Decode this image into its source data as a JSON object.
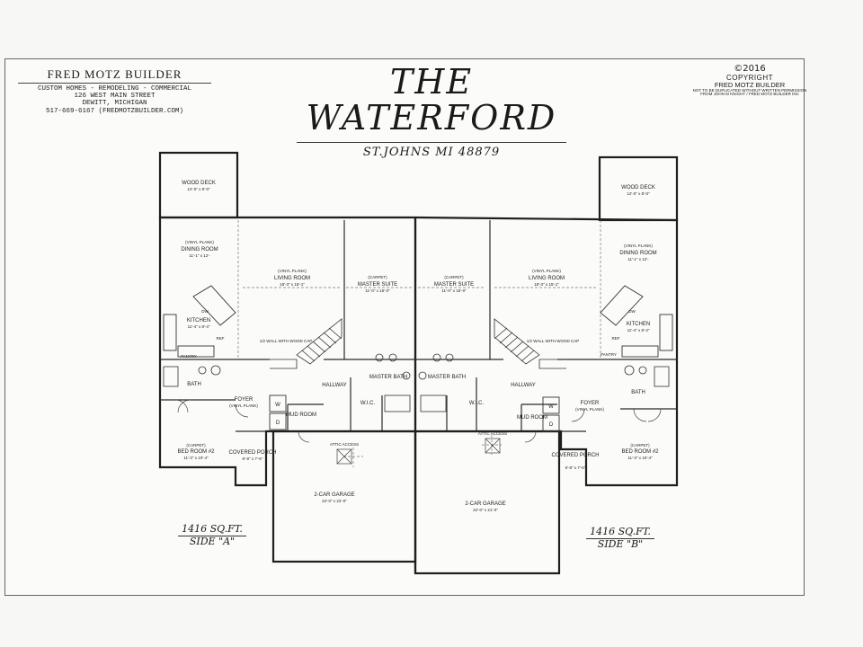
{
  "builder": {
    "name": "FRED MOTZ BUILDER",
    "tagline": "CUSTOM HOMES - REMODELING - COMMERCIAL",
    "street": "126 WEST MAIN STREET",
    "city": "DEWITT, MICHIGAN",
    "contact": "517-669-6167 (FREDMOTZBUILDER.COM)"
  },
  "title": {
    "line1": "THE",
    "line2": "WATERFORD",
    "location": "ST.JOHNS MI 48879"
  },
  "copyright": {
    "year": "©2016",
    "label": "COPYRIGHT",
    "owner": "FRED MOTZ BUILDER",
    "notice1": "NOT TO BE DUPLICATED WITHOUT WRITTEN PERMISSION",
    "notice2": "FROM JOHN M KNIGHT / FRED MOTZ BUILDER INC"
  },
  "rooms": {
    "wood_deck": "WOOD DECK",
    "wood_deck_dim": "12'-0\" x 8'-0\"",
    "dining": "DINING ROOM",
    "dining_dim": "11'-1\" x 12'-",
    "vinyl_plank": "(VINYL PLANK)",
    "living": "LIVING ROOM",
    "living_dim": "18'-3\" x 15'-1\"",
    "master": "MASTER SUITE",
    "master_dim": "11'-0\" x 15'-0\"",
    "carpet": "(CARPET)",
    "kitchen": "KITCHEN",
    "kitchen_dim": "11'-4\" x 8'-4\"",
    "bath": "BATH",
    "master_bath": "MASTER BATH",
    "hallway": "HALLWAY",
    "foyer": "FOYER",
    "mud_room": "MUD ROOM",
    "wic": "W.I.C.",
    "bed2": "BED ROOM #2",
    "bed2_dim": "11'-3\" x 10'-4\"",
    "covered_porch": "COVERED PORCH",
    "porch_dim": "6'-8\" x 7'-6\"",
    "garage": "2-CAR GARAGE",
    "garage_a_dim": "22'-0\" x 22'-0\"",
    "garage_b_dim": "22'-0\" x 21'-0\"",
    "attic_access": "ATTIC ACCESS",
    "washer": "W",
    "dryer": "D",
    "pantry": "PANTRY",
    "ref": "REF",
    "dw": "DW",
    "rail": "1/2 WALL WITH WOOD CAP"
  },
  "side_a": {
    "area": "1416 SQ.FT.",
    "label": "SIDE \"A\""
  },
  "side_b": {
    "area": "1416 SQ.FT.",
    "label": "SIDE \"B\""
  }
}
